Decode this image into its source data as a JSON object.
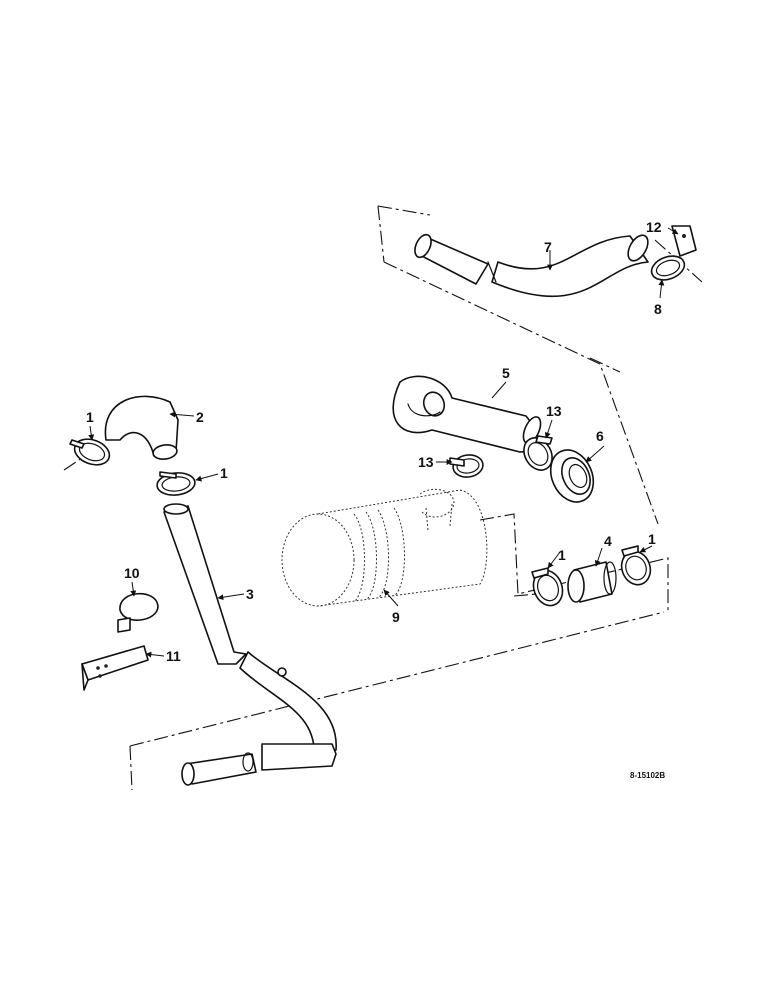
{
  "callouts": {
    "c1a": "1",
    "c2": "2",
    "c1b": "1",
    "c3": "3",
    "c10": "10",
    "c11": "11",
    "c5": "5",
    "c13a": "13",
    "c13b": "13",
    "c6": "6",
    "c9": "9",
    "c4": "4",
    "c1c": "1",
    "c1d": "1",
    "c7": "7",
    "c12": "12",
    "c8": "8"
  },
  "drawing_code": "8-15102B"
}
